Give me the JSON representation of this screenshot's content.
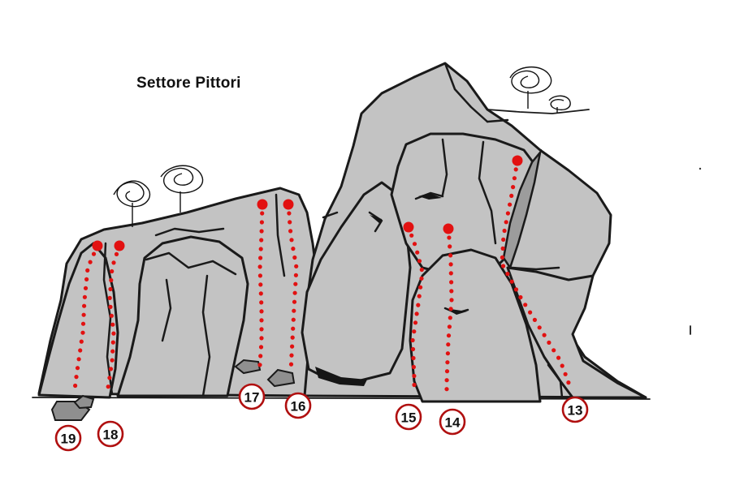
{
  "title": "Settore Pittori",
  "routes": [
    {
      "number": "13",
      "color": "#e21111"
    },
    {
      "number": "14",
      "color": "#e21111"
    },
    {
      "number": "15",
      "color": "#e21111"
    },
    {
      "number": "16",
      "color": "#e21111"
    },
    {
      "number": "17",
      "color": "#e21111"
    },
    {
      "number": "18",
      "color": "#e21111"
    },
    {
      "number": "19",
      "color": "#e21111"
    }
  ],
  "colors": {
    "rock": "#c3c3c3",
    "rock_shade": "#9c9c9c",
    "route": "#e21111",
    "badge_border": "#b01010"
  }
}
